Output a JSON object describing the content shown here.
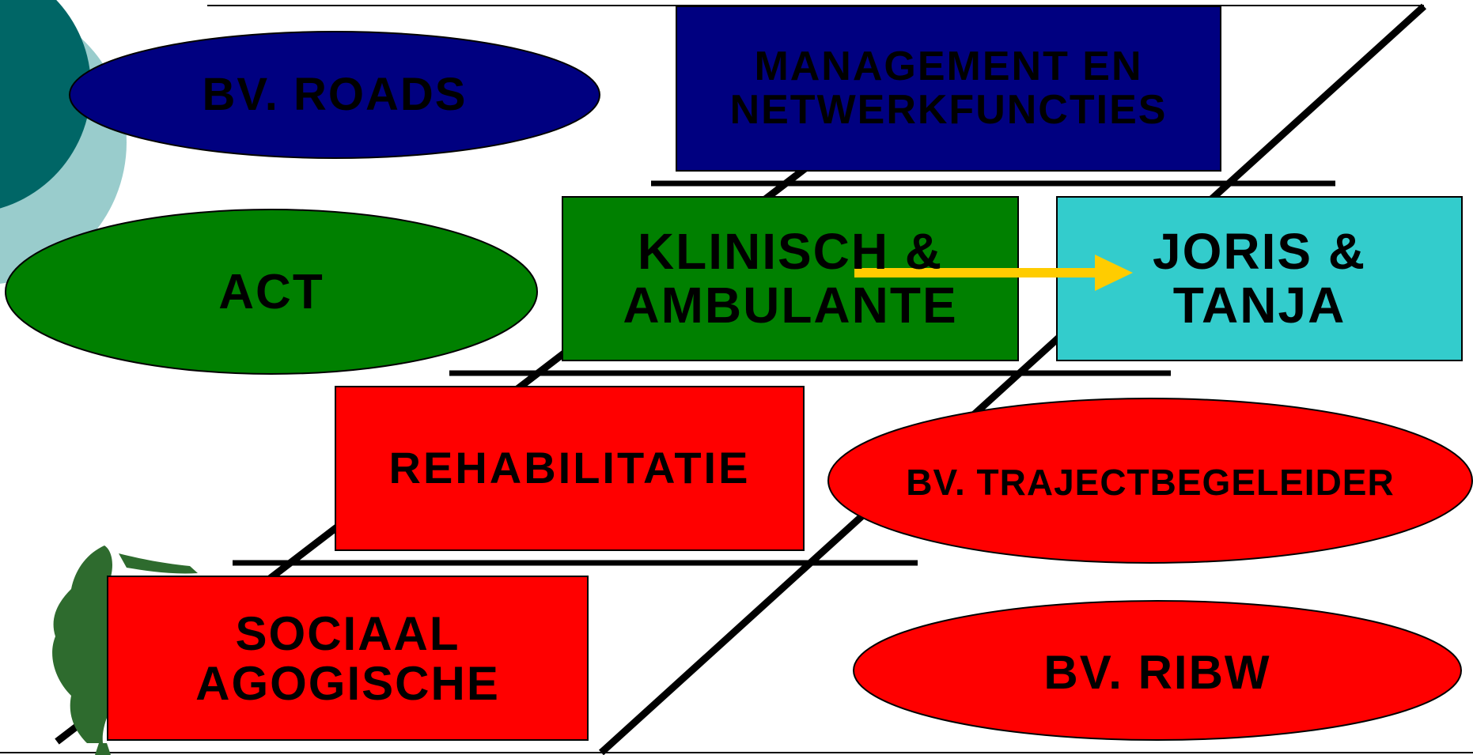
{
  "colors": {
    "navy": "#000080",
    "green": "#008000",
    "red": "#ff0000",
    "cyan": "#33cccc",
    "arrow": "#ffcc00",
    "teal_dark": "#006666",
    "teal_light": "#99cccc",
    "tree": "#2e6b2e"
  },
  "icons": {
    "decoration": "tree-illustration-icon",
    "corner": "teal-circles-decoration"
  },
  "diagram": {
    "management": "MANAGEMENT EN\nNETWERKFUNCTIES",
    "roads": "BV. ROADS",
    "klinisch": "KLINISCH &\nAMBULANTE",
    "act": "ACT",
    "joris": "JORIS &\nTANJA",
    "rehab": "REHABILITATIE",
    "traject": "BV. TRAJECTBEGELEIDER",
    "sociaal": "SOCIAAL\nAGOGISCHE",
    "ribw": "BV. RIBW"
  }
}
